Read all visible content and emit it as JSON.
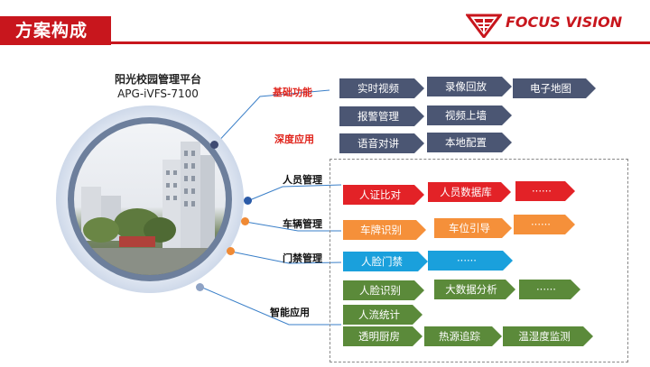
{
  "header": {
    "title": "方案构成",
    "logo_text": "FOCUS VISION"
  },
  "platform": {
    "name": "阳光校园管理平台",
    "model": "APG-iVFS-7100"
  },
  "categories": {
    "basic": "基础功能",
    "deep": "深度应用",
    "personnel": "人员管理",
    "vehicle": "车辆管理",
    "access": "门禁管理",
    "smart": "智能应用"
  },
  "boxes": {
    "realtime_video": "实时视频",
    "playback": "录像回放",
    "emap": "电子地图",
    "alarm": "报警管理",
    "video_wall": "视频上墙",
    "intercom": "语音对讲",
    "local_config": "本地配置",
    "id_match": "人证比对",
    "person_db": "人员数据库",
    "person_more": "······",
    "plate_recog": "车牌识别",
    "space_guide": "车位引导",
    "vehicle_more": "······",
    "face_access": "人脸门禁",
    "access_more": "······",
    "face_recog": "人脸识别",
    "big_data": "大数据分析",
    "smart_more": "······",
    "flow_count": "人流统计",
    "kitchen": "透明厨房",
    "heat_track": "热源追踪",
    "temp_humid": "温湿度监测"
  },
  "colors": {
    "brand_red": "#c8161d",
    "slate": "#4b5673",
    "red": "#e32227",
    "orange": "#f5903a",
    "blue": "#1aa0dc",
    "green": "#5b8a3a"
  }
}
